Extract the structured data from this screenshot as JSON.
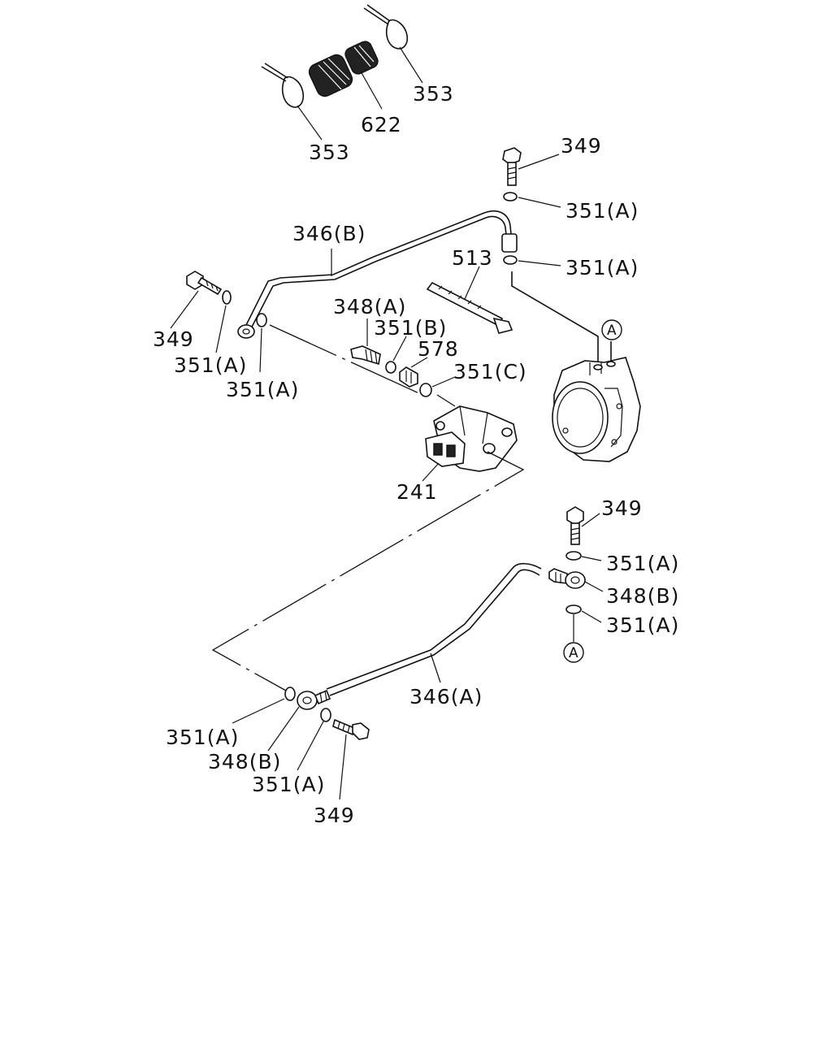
{
  "diagram": {
    "labels": {
      "p353_top": "353",
      "p622": "622",
      "p353_left": "353",
      "p349_top": "349",
      "p351a_1": "351(A)",
      "p346b": "346(B)",
      "p513": "513",
      "p351a_2": "351(A)",
      "p348a": "348(A)",
      "p351b": "351(B)",
      "p578": "578",
      "p351c": "351(C)",
      "p349_left": "349",
      "p351a_3": "351(A)",
      "p351a_4": "351(A)",
      "p241": "241",
      "refA_top": "A",
      "p349_right": "349",
      "p351a_5": "351(A)",
      "p348b_right": "348(B)",
      "p351a_6": "351(A)",
      "refA_bottom": "A",
      "p346a": "346(A)",
      "p351a_7": "351(A)",
      "p348b_left": "348(B)",
      "p351a_8": "351(A)",
      "p349_bottom": "349"
    }
  }
}
